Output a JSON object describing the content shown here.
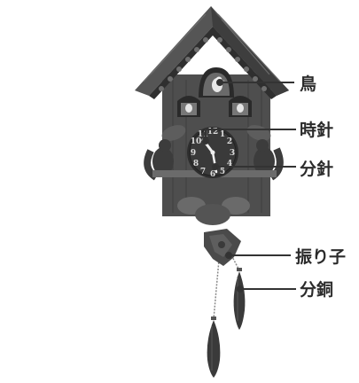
{
  "labels": {
    "bird": "鳥",
    "hour_hand": "時針",
    "minute_hand": "分針",
    "pendulum": "振り子",
    "weight": "分銅"
  },
  "dial_numbers": [
    "12",
    "1",
    "2",
    "3",
    "4",
    "5",
    "6",
    "7",
    "8",
    "9",
    "10",
    "11"
  ],
  "colors": {
    "wood_dark": "#3f3f3f",
    "wood_mid": "#5c5c5c",
    "wood_light": "#7a7a7a",
    "roof": "#4a4a4a",
    "dial": "#d6d6d6",
    "leader_line": "#333333",
    "label_text": "#2b2b2b"
  }
}
